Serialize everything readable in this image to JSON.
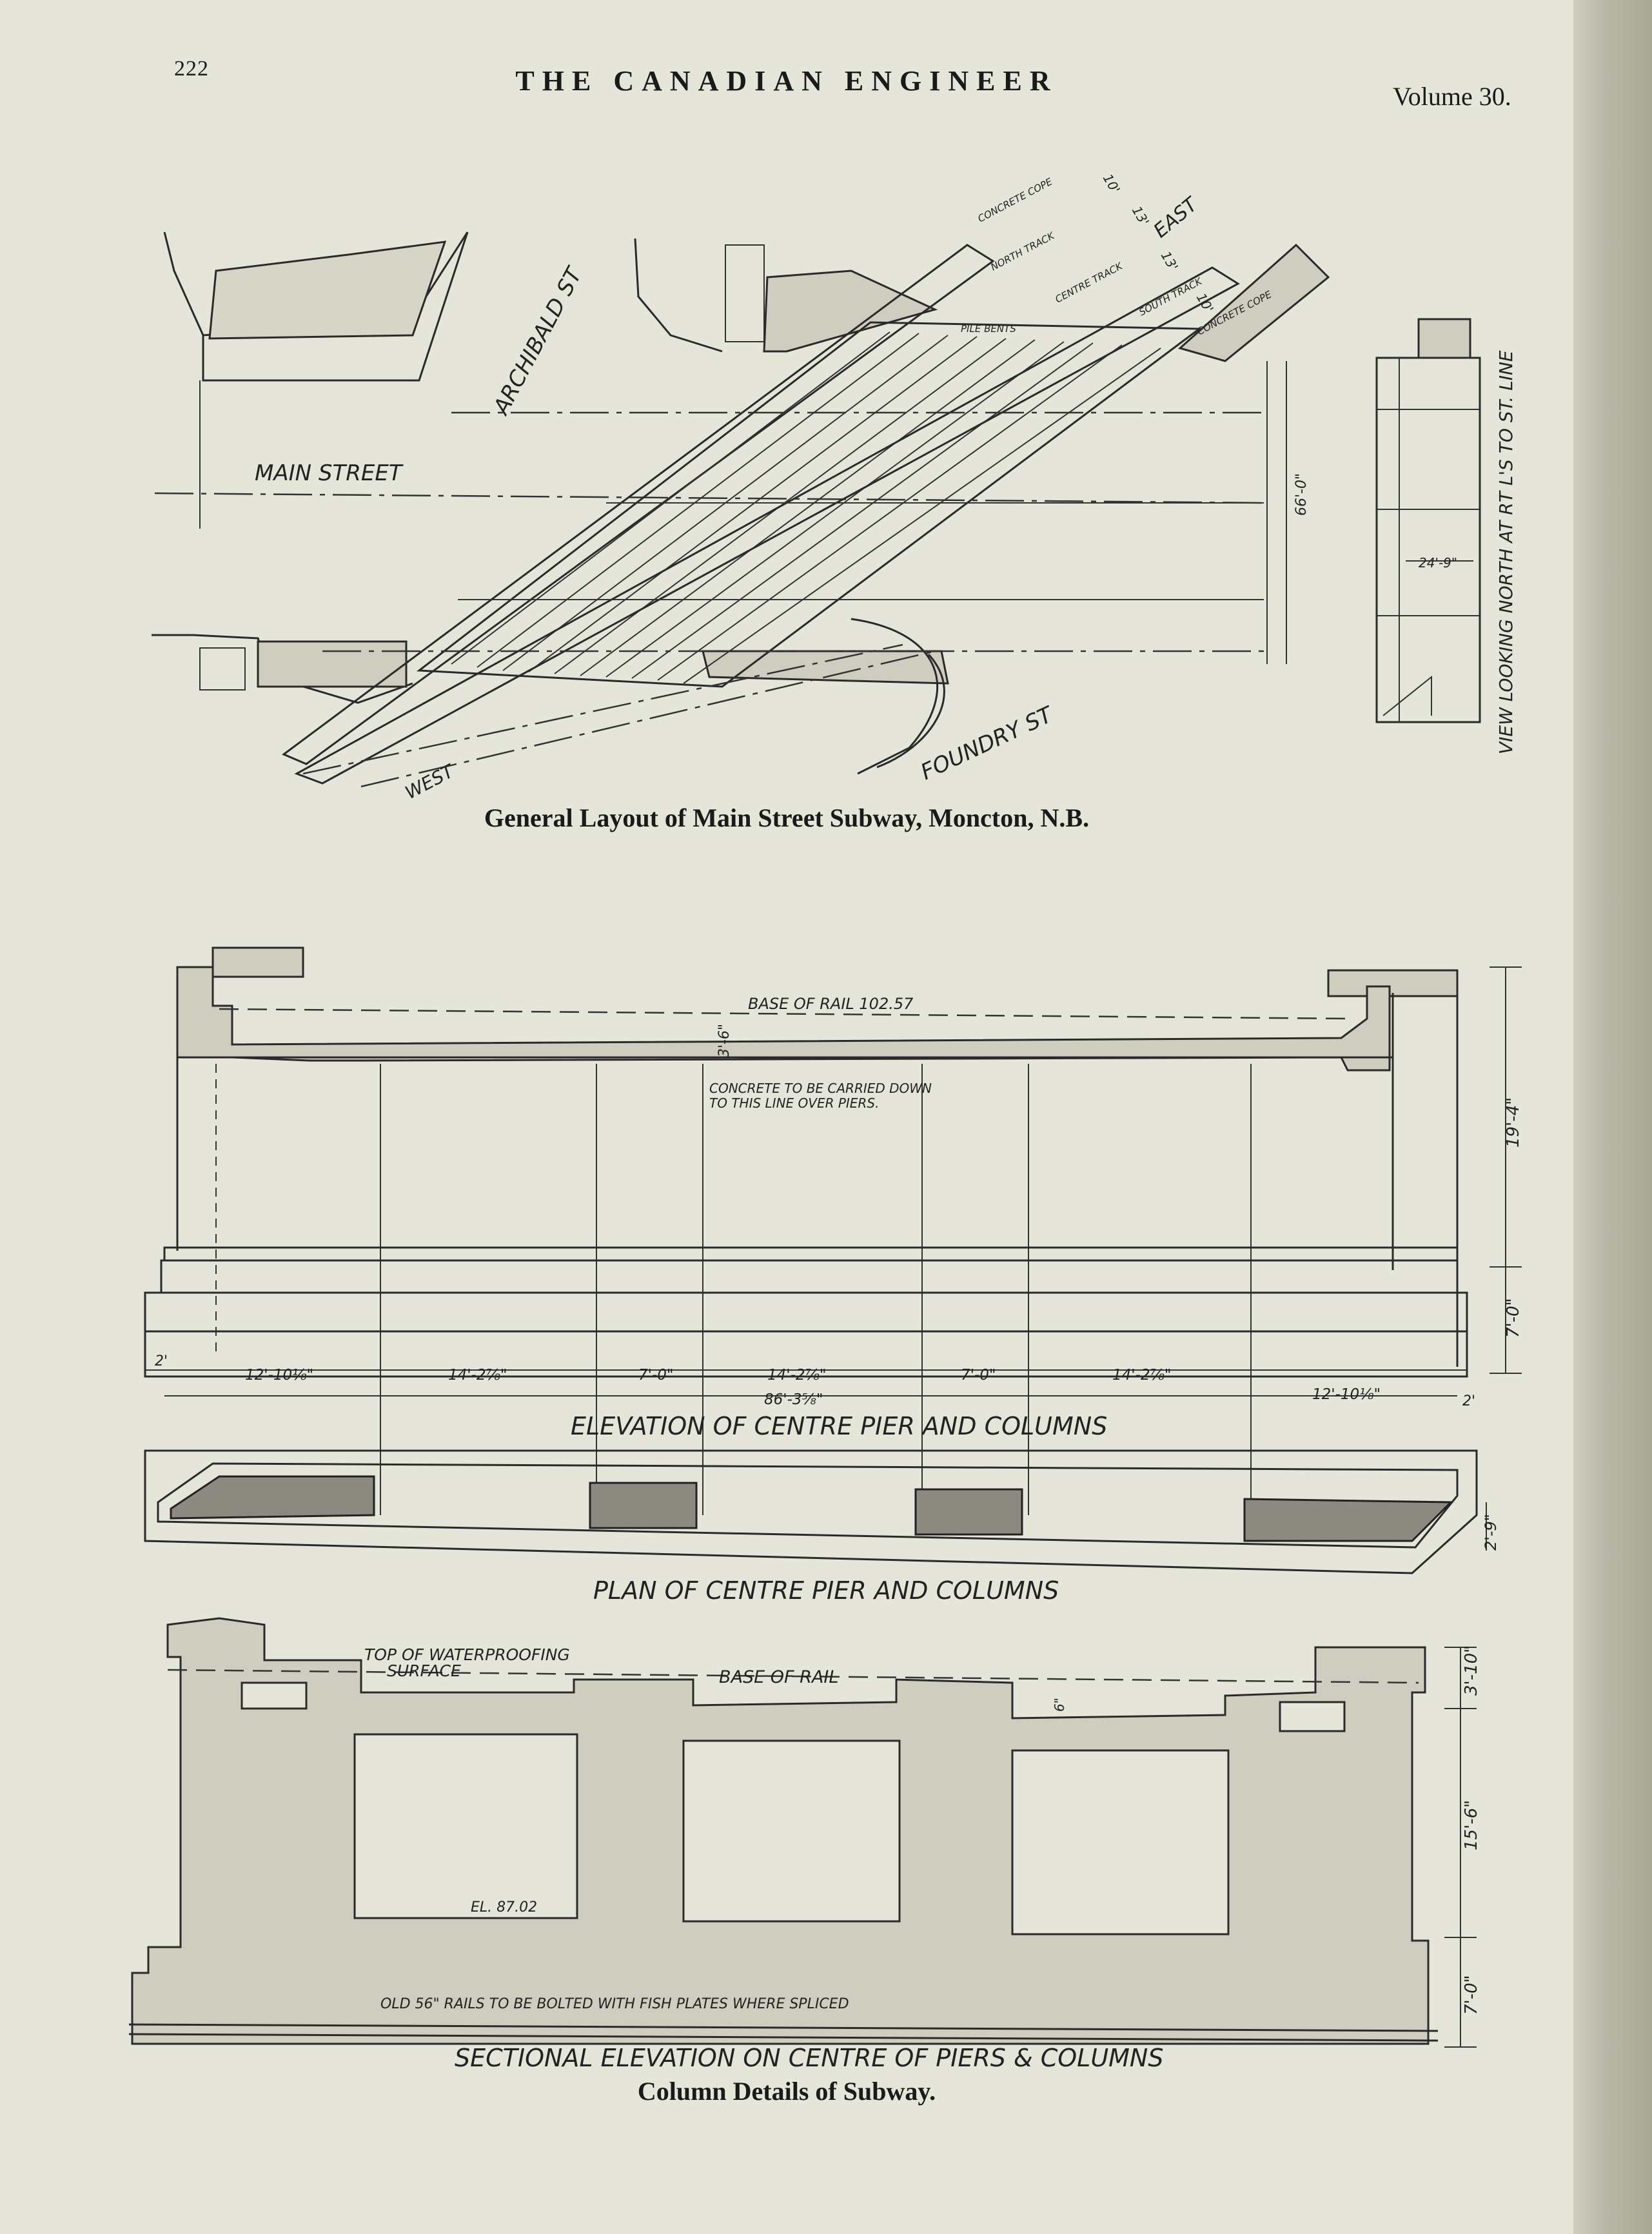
{
  "header": {
    "page_number": "222",
    "journal_title": "THE CANADIAN ENGINEER",
    "volume": "Volume 30."
  },
  "figure1": {
    "caption": "General Layout of Main Street Subway, Moncton, N.B.",
    "labels": {
      "main_street": "MAIN STREET",
      "archibald": "ARCHIBALD ST",
      "foundry": "FOUNDRY ST",
      "east": "EAST",
      "west": "WEST",
      "concrete_cope_top": "CONCRETE COPE",
      "north_track": "NORTH TRACK",
      "centre_track": "CENTRE TRACK",
      "south_track": "SOUTH TRACK",
      "concrete_cope_right": "CONCRETE COPE",
      "pile_bents": "PILE BENTS",
      "view_label": "VIEW LOOKING NORTH AT RT L'S TO ST. LINE",
      "dim_24_9": "24'-9\"",
      "dim_66": "66'-0\"",
      "dim_10": "10'",
      "dim_13a": "13'",
      "dim_13b": "13'",
      "dim_10b": "10'"
    }
  },
  "figure2": {
    "elevation": {
      "title": "ELEVATION OF CENTRE PIER AND COLUMNS",
      "base_of_rail": "BASE OF RAIL 102.57",
      "concrete_note_1": "CONCRETE TO BE CARRIED DOWN",
      "concrete_note_2": "TO THIS LINE OVER PIERS.",
      "dim_3_6": "3'-6\"",
      "dim_19_4": "19'-4\"",
      "dim_7_0_right": "7'-0\"",
      "dim_2_left": "2'",
      "dim_2_right": "2'",
      "spans": [
        "12'-10⅛\"",
        "14'-2⅞\"",
        "7'-0\"",
        "14'-2⅞\"",
        "7'-0\"",
        "14'-2⅞\"",
        "12'-10⅛\""
      ],
      "total": "86'-3⅝\""
    },
    "plan": {
      "title": "PLAN OF CENTRE PIER AND COLUMNS",
      "dim_2_9": "2'-9\""
    },
    "section": {
      "title": "SECTIONAL ELEVATION ON CENTRE OF PIERS & COLUMNS",
      "waterproofing_1": "TOP OF WATERPROOFING",
      "waterproofing_2": "SURFACE",
      "base_of_rail": "BASE OF RAIL",
      "el": "EL. 87.02",
      "rails_note": "OLD 56\" RAILS TO BE BOLTED WITH FISH PLATES WHERE SPLICED",
      "dim_3_10": "3'-10\"",
      "dim_15_6": "15'-6\"",
      "dim_7_0": "7'-0\"",
      "dim_6": "6\""
    },
    "caption": "Column Details of Subway."
  }
}
